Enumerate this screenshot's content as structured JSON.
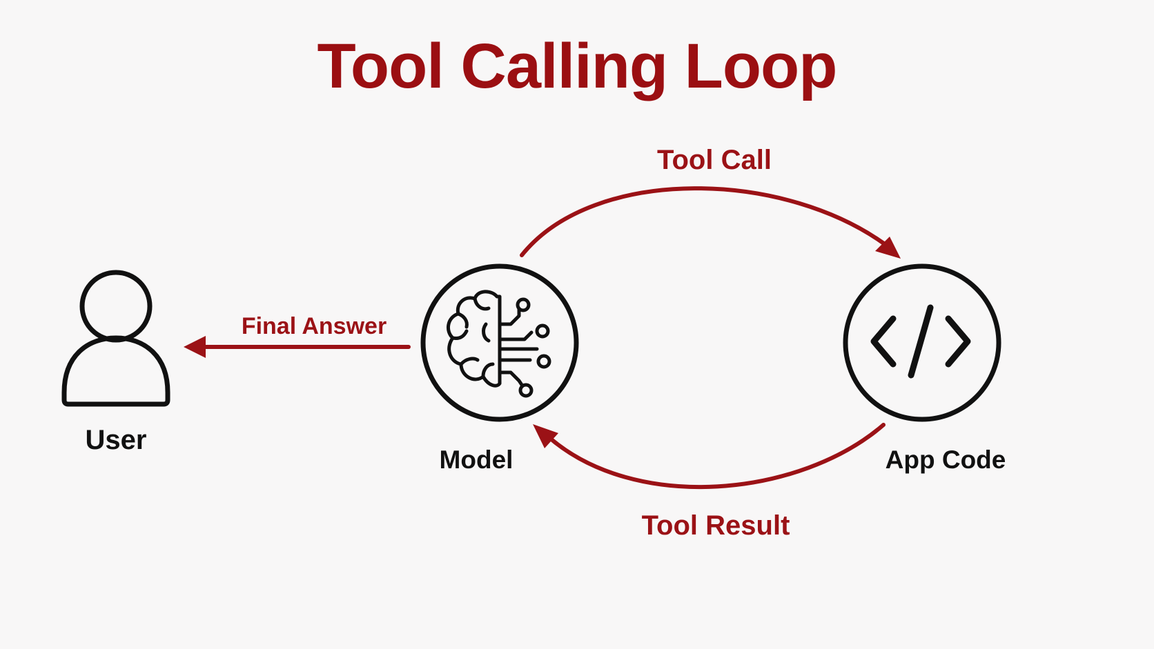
{
  "title": "Tool Calling Loop",
  "colors": {
    "accent": "#9b1216",
    "outline": "#111111",
    "background": "#f8f7f7"
  },
  "nodes": {
    "user": {
      "label": "User",
      "icon": "person-icon"
    },
    "model": {
      "label": "Model",
      "icon": "brain-circuit-icon"
    },
    "app_code": {
      "label": "App Code",
      "icon": "code-brackets-icon"
    }
  },
  "edges": {
    "tool_call": {
      "label": "Tool Call",
      "from": "Model",
      "to": "App Code"
    },
    "tool_result": {
      "label": "Tool Result",
      "from": "App Code",
      "to": "Model"
    },
    "final_answer": {
      "label": "Final Answer",
      "from": "Model",
      "to": "User"
    }
  }
}
